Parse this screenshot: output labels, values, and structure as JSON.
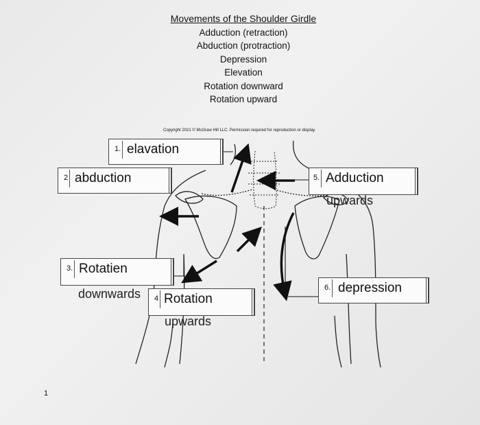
{
  "header": {
    "title": "Movements of the Shoulder Girdle",
    "items": [
      "Adduction (retraction)",
      "Abduction (protraction)",
      "Depression",
      "Elevation",
      "Rotation downward",
      "Rotation upward"
    ]
  },
  "copyright": "Copyright 2021 © McGraw Hill LLC. Permission required for reproduction or display.",
  "labels": [
    {
      "num": "1.",
      "text": "elavation"
    },
    {
      "num": "2",
      "text": "abduction"
    },
    {
      "num": "3.",
      "text": "Rotatien",
      "sub": "downwards"
    },
    {
      "num": "4",
      "text": "Rotation",
      "sub": "upwards"
    },
    {
      "num": "5.",
      "text": "Adduction",
      "sub": "upwards"
    },
    {
      "num": "6.",
      "text": "depression"
    }
  ],
  "page_number": "1"
}
